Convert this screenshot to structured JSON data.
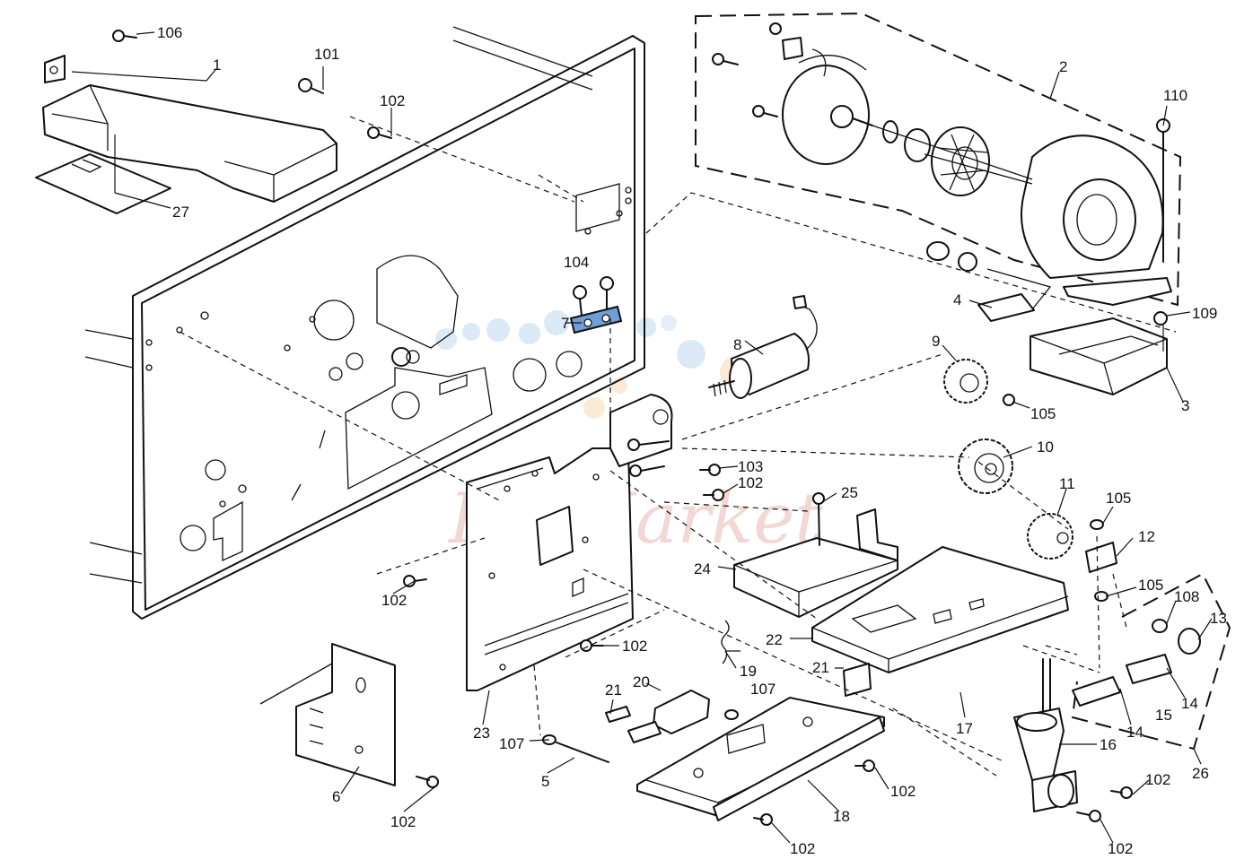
{
  "diagram": {
    "labels": {
      "p1": "1",
      "p2": "2",
      "p3": "3",
      "p4": "4",
      "p5": "5",
      "p6": "6",
      "p7": "7",
      "p8": "8",
      "p9": "9",
      "p10": "10",
      "p11": "11",
      "p12": "12",
      "p13": "13",
      "p14a": "14",
      "p14b": "14",
      "p15": "15",
      "p16": "16",
      "p17": "17",
      "p18": "18",
      "p19": "19",
      "p20": "20",
      "p21a": "21",
      "p21b": "21",
      "p22": "22",
      "p23": "23",
      "p24": "24",
      "p25": "25",
      "p26": "26",
      "p27": "27",
      "s101": "101",
      "s102a": "102",
      "s102b": "102",
      "s102c": "102",
      "s102d": "102",
      "s102e": "102",
      "s102f": "102",
      "s102g": "102",
      "s102h": "102",
      "s102i": "102",
      "s103": "103",
      "s104": "104",
      "s105a": "105",
      "s105b": "105",
      "s105c": "105",
      "s106": "106",
      "s107a": "107",
      "s107b": "107",
      "s108": "108",
      "s109": "109",
      "s110": "110"
    },
    "watermark": "InkMarket",
    "highlight_color": "#6f9fd6"
  }
}
